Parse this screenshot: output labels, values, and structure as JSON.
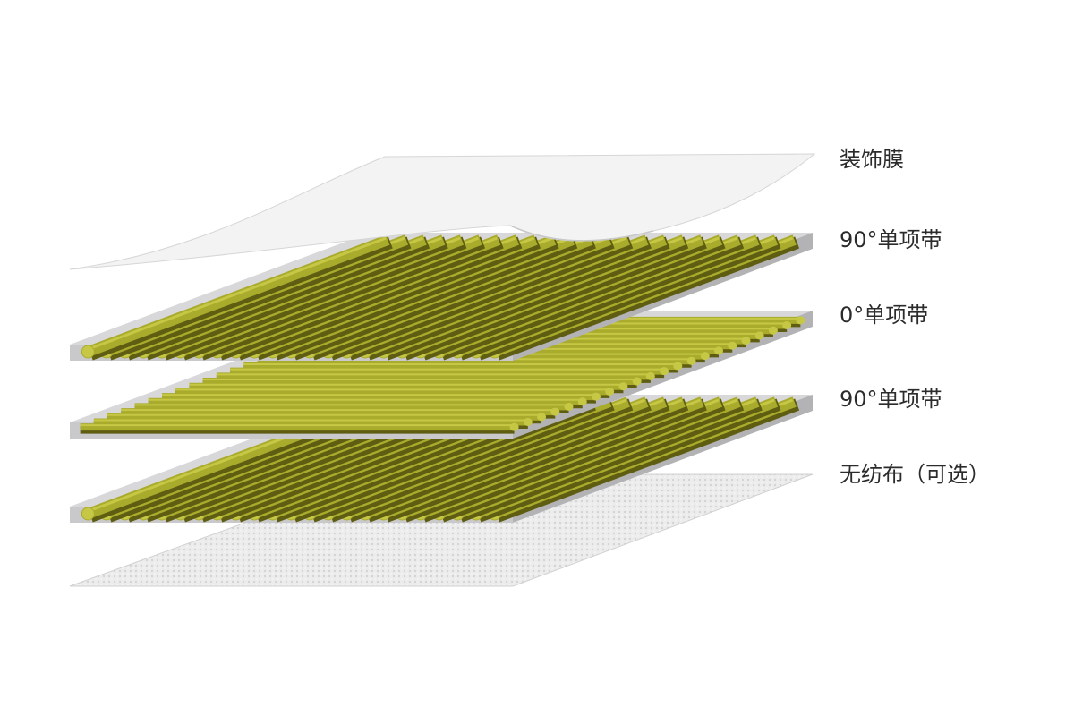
{
  "labels": {
    "film": "装饰膜",
    "ud90_top": "90°单项带",
    "ud0": "0°单项带",
    "ud90_bottom": "90°单项带",
    "nonwoven": "无纺布（可选）"
  },
  "colors": {
    "rod": "#a9ab2c",
    "rod_light": "#c6c845",
    "rod_dark": "#5e5d12",
    "tray": "#c9c9cb",
    "film": "#f3f3f3",
    "nonwoven": "#ececec"
  }
}
